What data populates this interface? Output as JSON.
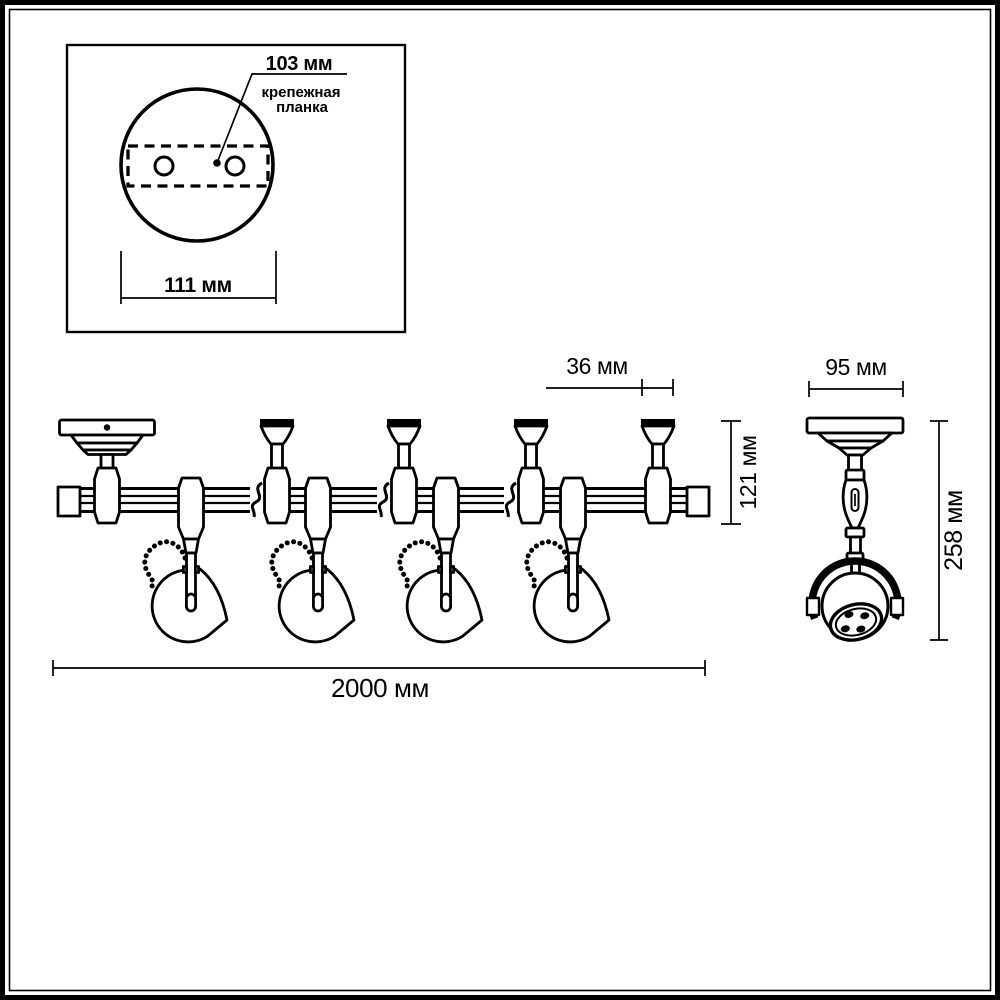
{
  "inset": {
    "hole_spacing_dim": "103 мм",
    "bracket_label_line1": "крепежная",
    "bracket_label_line2": "планка",
    "plate_diameter_dim": "111 мм"
  },
  "front_view": {
    "mount_offset_dim": "36 мм",
    "height_dim": "121 мм",
    "length_dim": "2000 мм"
  },
  "side_view": {
    "width_dim": "95 мм",
    "height_dim": "258 мм"
  },
  "colors": {
    "line": "#000000",
    "background": "#ffffff"
  }
}
